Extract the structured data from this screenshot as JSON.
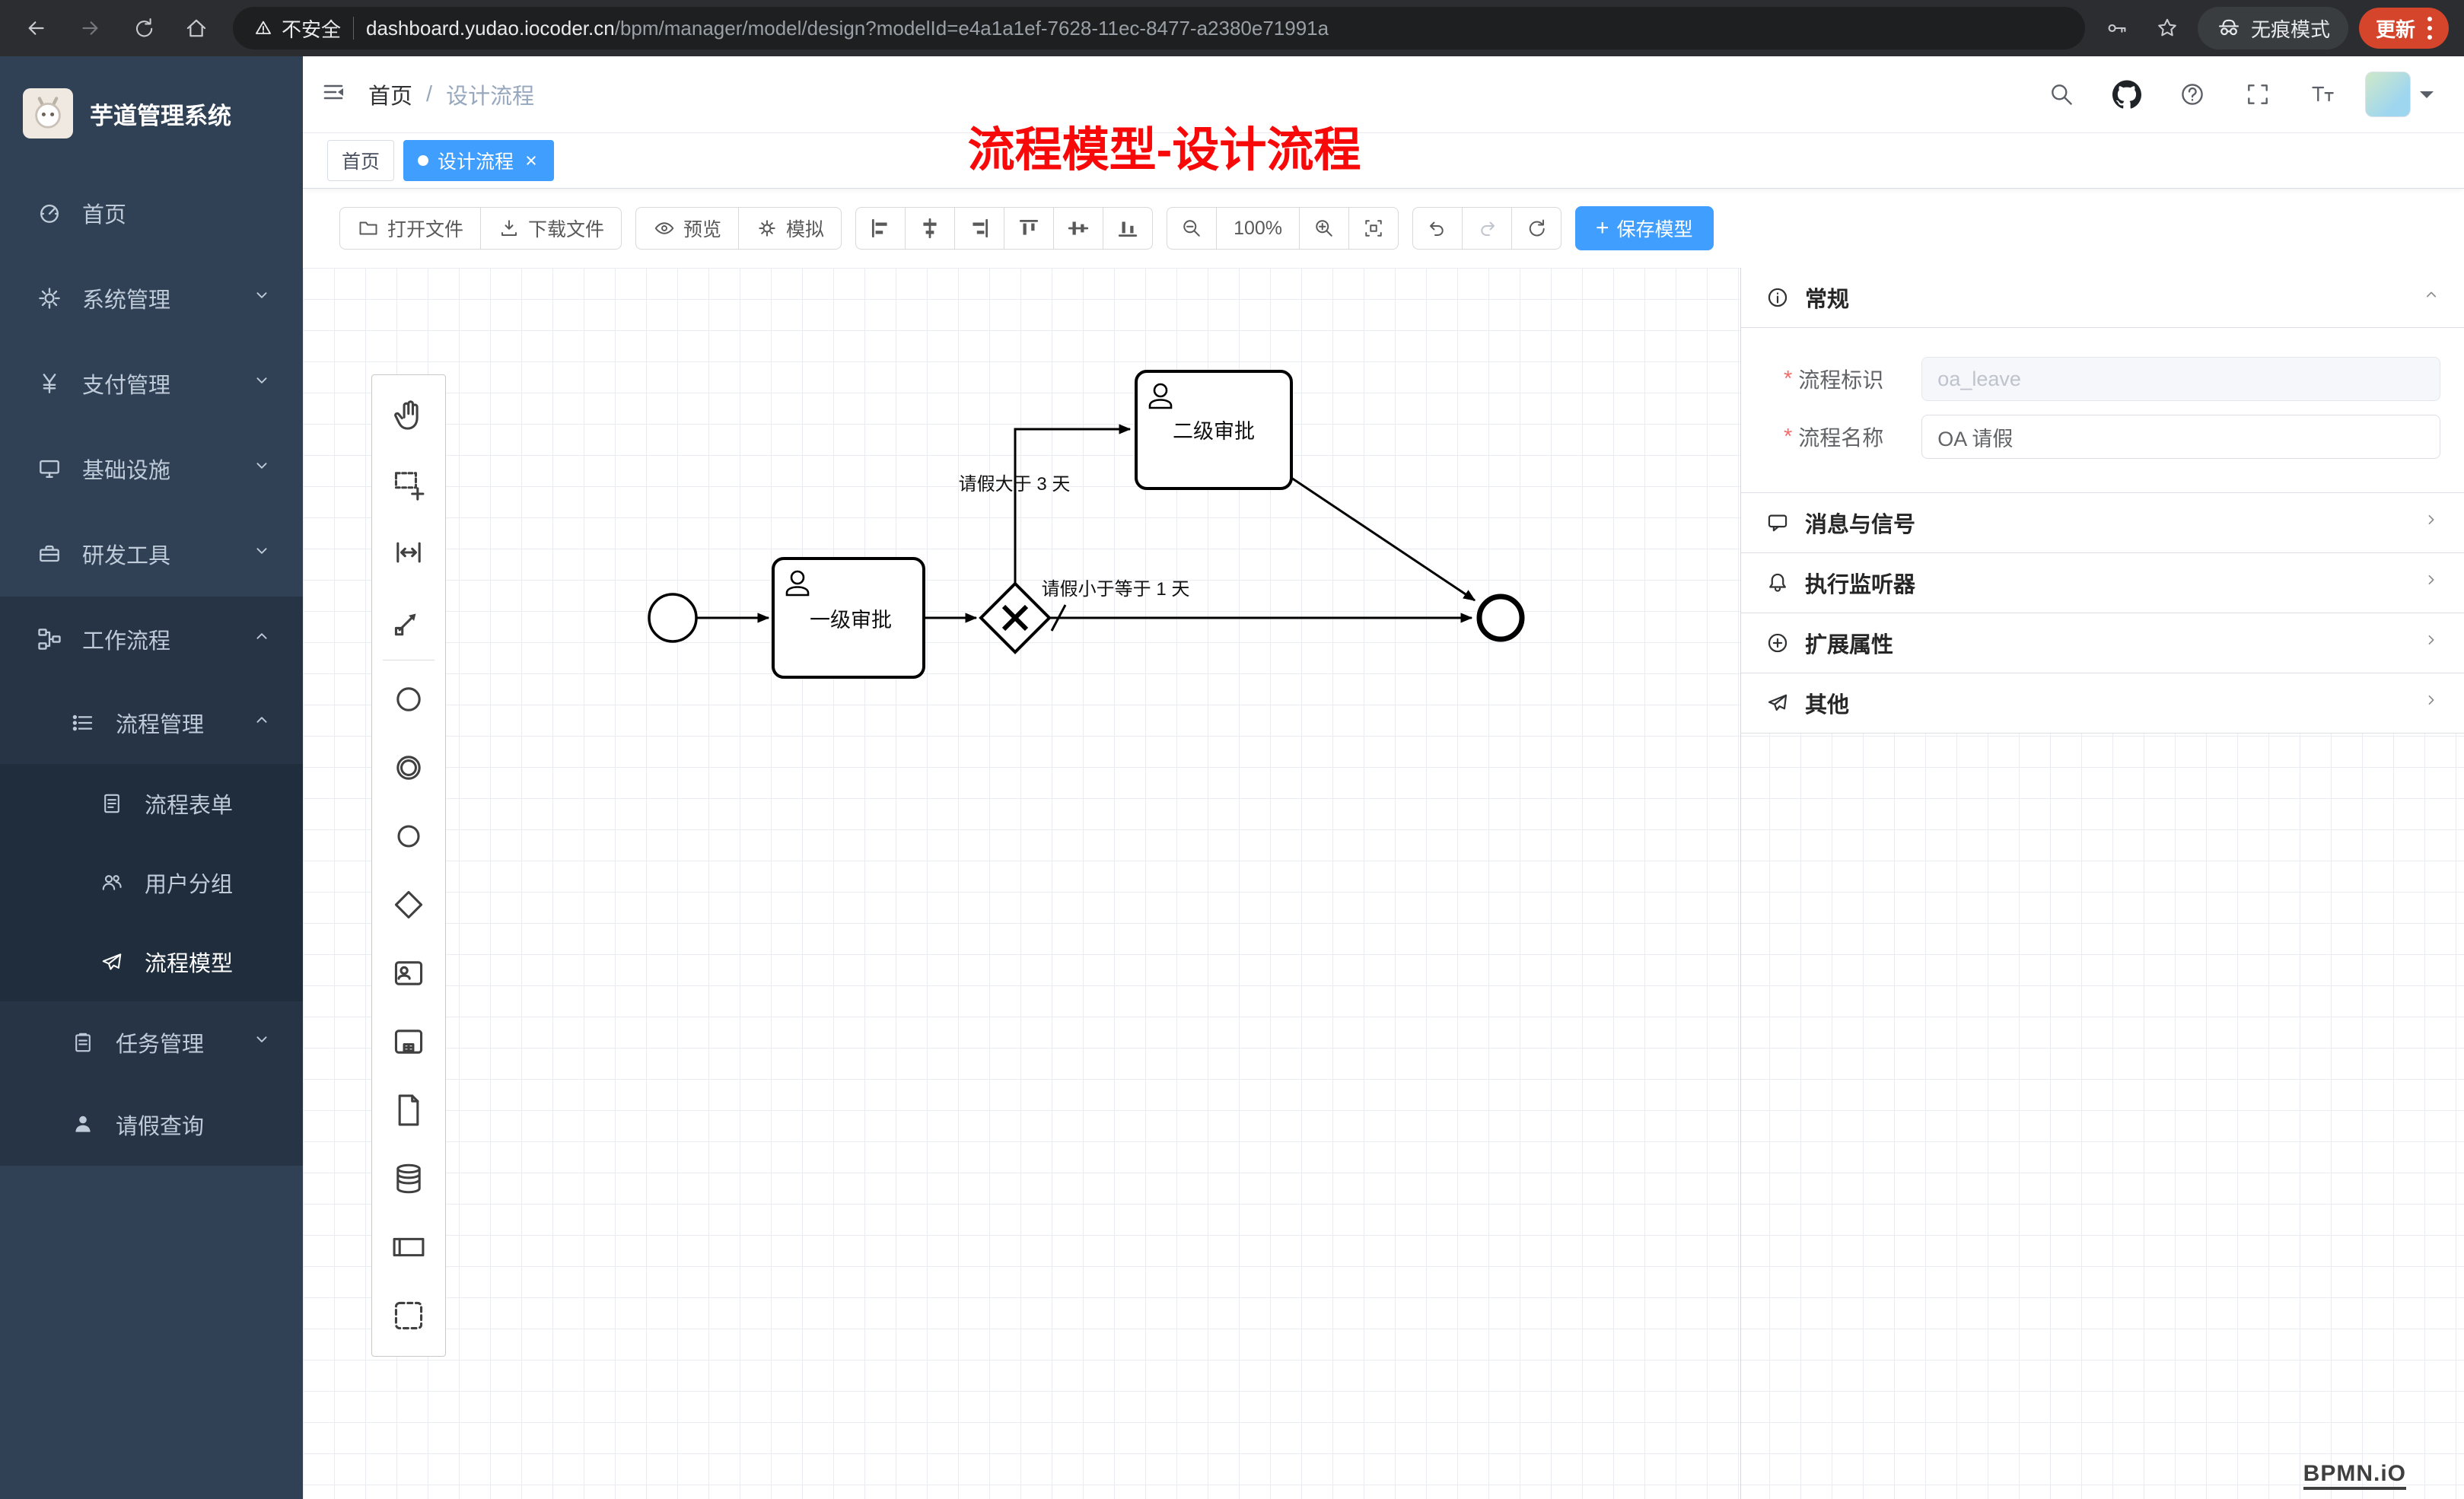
{
  "browser": {
    "security_label": "不安全",
    "url_host": "dashboard.yudao.iocoder.cn",
    "url_path": "/bpm/manager/model/design?modelId=e4a1a1ef-7628-11ec-8477-a2380e71991a",
    "incognito_label": "无痕模式",
    "update_label": "更新"
  },
  "sidebar": {
    "app_title": "芋道管理系统",
    "items": [
      {
        "label": "首页"
      },
      {
        "label": "系统管理"
      },
      {
        "label": "支付管理"
      },
      {
        "label": "基础设施"
      },
      {
        "label": "研发工具"
      },
      {
        "label": "工作流程"
      },
      {
        "label": "流程管理"
      },
      {
        "label": "流程表单"
      },
      {
        "label": "用户分组"
      },
      {
        "label": "流程模型"
      },
      {
        "label": "任务管理"
      },
      {
        "label": "请假查询"
      }
    ]
  },
  "navbar": {
    "breadcrumb_home": "首页",
    "breadcrumb_separator": "/",
    "breadcrumb_current": "设计流程",
    "annotation": "流程模型-设计流程"
  },
  "tabs": [
    {
      "label": "首页",
      "active": false
    },
    {
      "label": "设计流程",
      "active": true
    }
  ],
  "toolbar": {
    "open_file": "打开文件",
    "download_file": "下载文件",
    "preview": "预览",
    "simulate": "模拟",
    "zoom_level": "100%",
    "save_icon": "+",
    "save_label": "保存模型"
  },
  "diagram": {
    "task_first": "一级审批",
    "task_second": "二级审批",
    "condition_gt": "请假大于 3 天",
    "condition_le": "请假小于等于 1 天"
  },
  "properties": {
    "required_mark": "*",
    "sections": [
      {
        "title": "常规"
      },
      {
        "title": "消息与信号"
      },
      {
        "title": "执行监听器"
      },
      {
        "title": "扩展属性"
      },
      {
        "title": "其他"
      }
    ],
    "fields": [
      {
        "label": "流程标识",
        "value": "oa_leave",
        "disabled": true
      },
      {
        "label": "流程名称",
        "value": "OA 请假",
        "disabled": false
      }
    ]
  },
  "watermark": "BPMN.iO",
  "colors": {
    "accent": "#409eff",
    "sidebar_bg": "#304156",
    "annotation": "#f70909",
    "update_button": "#d5452b",
    "danger": "#f56c6c"
  }
}
